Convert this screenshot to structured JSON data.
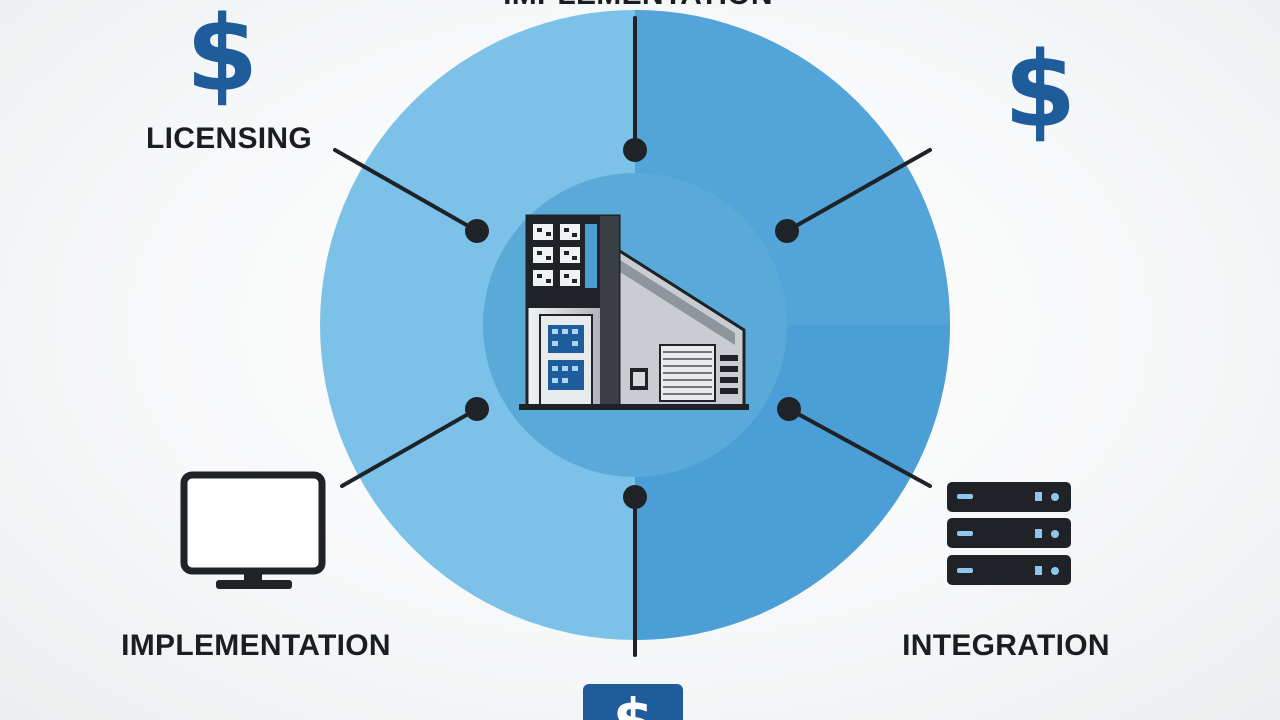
{
  "labels": {
    "top": "IMPLEMENTATION",
    "top_left": "LICENSING",
    "bottom_left": "IMPLEMENTATION",
    "bottom_right": "INTEGRATION"
  },
  "symbols": {
    "currency": "$"
  },
  "colors": {
    "circle_left": "#7cc2e8",
    "circle_right": "#4b9fd6",
    "inner_circle": "#5aaad9",
    "connector": "#1f2226",
    "dollar": "#1f5c9c",
    "label_text": "#1b1d20"
  },
  "icons": [
    "building-icon",
    "monitor-icon",
    "server-rack-icon",
    "dollar-sign-icon",
    "dollar-badge-icon"
  ]
}
